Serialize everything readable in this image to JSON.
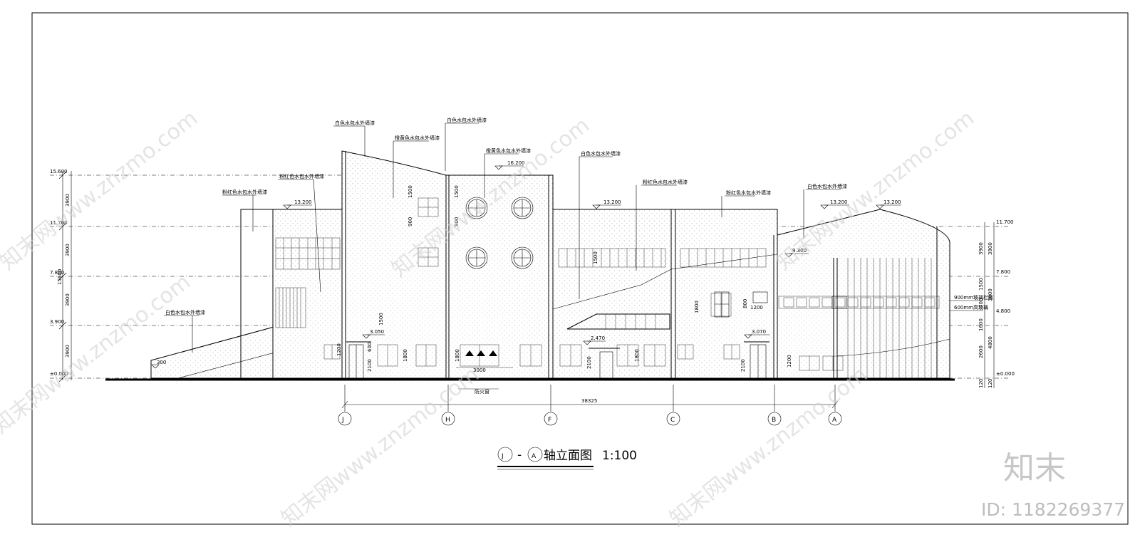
{
  "drawing": {
    "title_prefix": "J",
    "title_sep": "-",
    "title_suffix_axis": "A",
    "title_text": "轴立面图",
    "scale": "1:100"
  },
  "levels_left": [
    "15.600",
    "11.700",
    "7.800",
    "3.900",
    "±0.000"
  ],
  "levels_right": [
    "11.700",
    "7.800",
    "4.800",
    "±0.000"
  ],
  "dims_left": [
    "3900",
    "3900",
    "3900",
    "3900",
    "15600"
  ],
  "dims_right_outer": [
    "3900",
    "3000",
    "4800",
    "120"
  ],
  "dims_right_inner": [
    "3900",
    "1500",
    "700",
    "1600",
    "2600",
    "120"
  ],
  "floor_marks": {
    "roof_top": "16.200",
    "left_roof": "13.200",
    "center_roof": "13.200",
    "right_roof_a": "13.200",
    "right_roof_b": "13.200",
    "slab_right": "9.300",
    "canopy_left": "3.050",
    "entry": "2.470",
    "canopy_right": "3.070",
    "ramp": "300"
  },
  "material_notes": [
    "白色水包水外墙漆",
    "白色水包水外墙漆",
    "橙黄色水包水外墙漆",
    "橙黄色水包水外墙漆",
    "白色水包水外墙漆",
    "粉红色水包水外墙漆",
    "粉红色水包水外墙漆",
    "粉红色水包水外墙漆",
    "粉红色水包水外墙漆",
    "白色水包水外墙漆"
  ],
  "railing_notes": [
    "900mm玻璃栏板",
    "600mm高玻璃"
  ],
  "dims_misc": [
    "1500",
    "900",
    "1800",
    "1200",
    "2100",
    "600",
    "3000",
    "800",
    "1200"
  ],
  "fire_window": "防火窗",
  "overall_width": "38325",
  "axes": [
    "J",
    "H",
    "F",
    "C",
    "B",
    "A"
  ],
  "watermarks": [
    "知末网www.znzmo.com",
    "知末网www.znzmo.com",
    "知末网www.znzmo.com",
    "知末网www.znzmo.com",
    "知末网www.znzmo.com",
    "知末网www.znzmo.com"
  ],
  "brand": "知末",
  "id_text": "ID: 1182269377"
}
